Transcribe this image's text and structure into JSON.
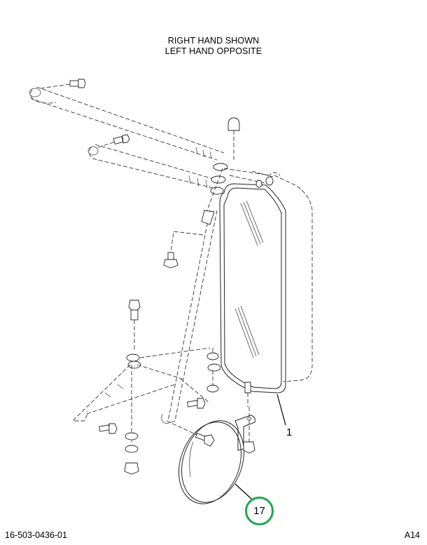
{
  "diagram": {
    "title_line_1": "RIGHT HAND SHOWN",
    "title_line_2": "LEFT HAND OPPOSITE",
    "document_number": "16-503-0436-01",
    "page_ref": "A14",
    "callouts": [
      {
        "id": "1",
        "label": "1",
        "part": "mirror-assembly",
        "highlighted": false
      },
      {
        "id": "17",
        "label": "17",
        "part": "convex-mirror",
        "highlighted": true,
        "highlight_color": "#22a74a"
      }
    ],
    "parts": [
      "upper-support-arm",
      "lower-support-arm",
      "arm-bolts",
      "acorn-nut-top",
      "washers",
      "vertical-support-rod",
      "rectangular-west-coast-mirror",
      "mirror-frame-tube",
      "triangular-base-bracket",
      "hex-bolts",
      "convex-spot-mirror",
      "spot-mirror-bracket",
      "hex-nuts"
    ]
  }
}
